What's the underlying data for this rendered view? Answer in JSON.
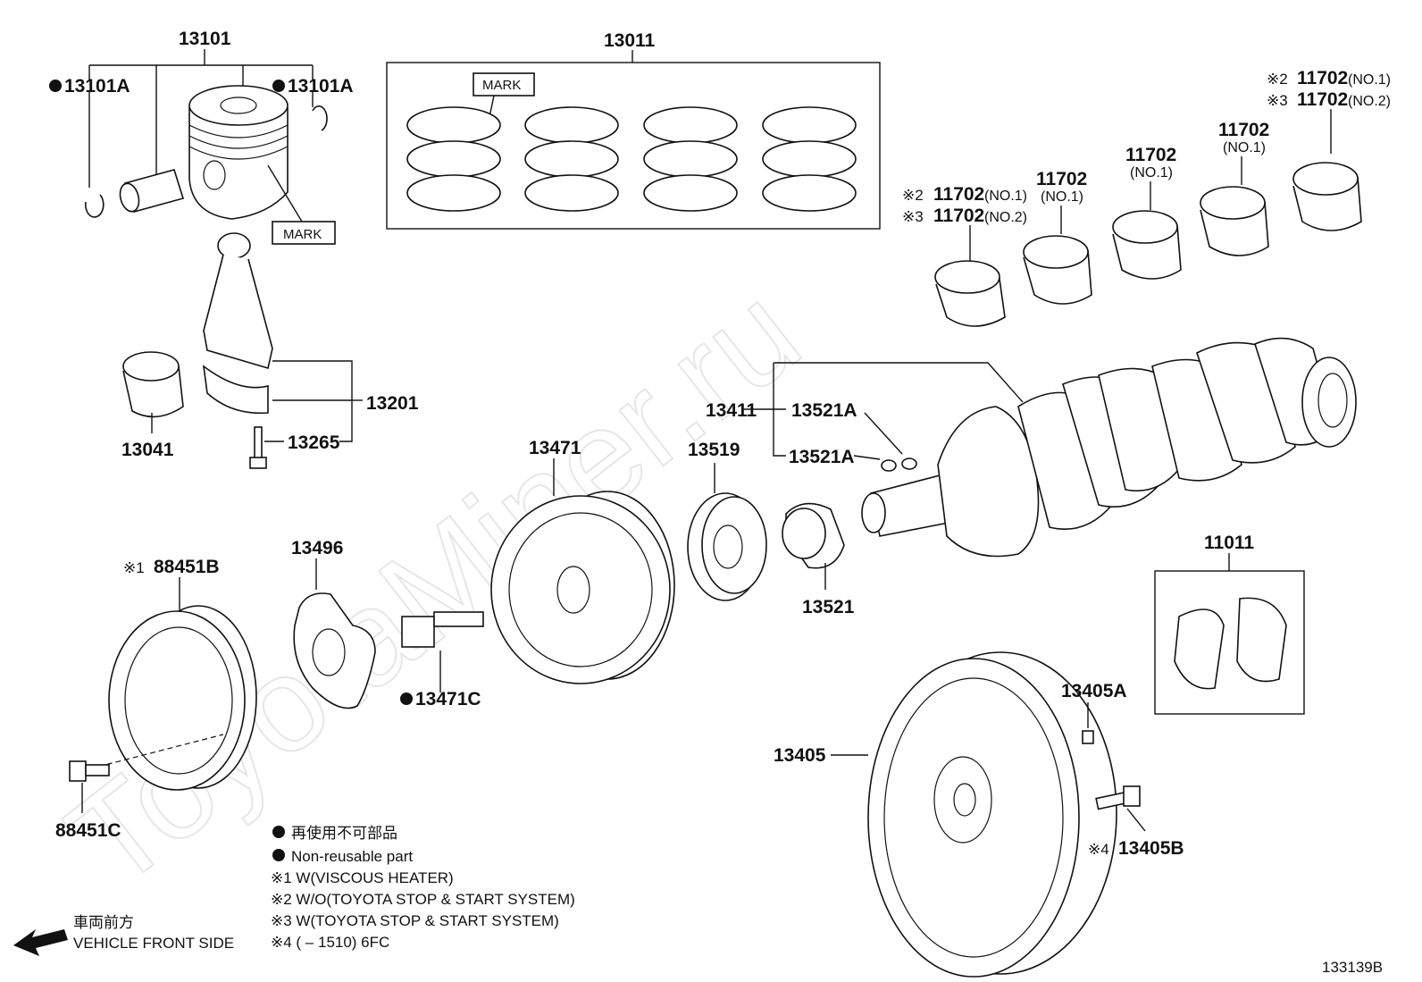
{
  "watermark": "ToyotaMiner.ru",
  "labels": {
    "p13101": "13101",
    "p13101A_left": "13101A",
    "p13101A_right": "13101A",
    "mark_piston": "MARK",
    "p13011": "13011",
    "mark_ring": "MARK",
    "p13201": "13201",
    "p13041": "13041",
    "p13265": "13265",
    "p13471": "13471",
    "p13519": "13519",
    "p13411": "13411",
    "p13521A_a": "13521A",
    "p13521A_b": "13521A",
    "p13521": "13521",
    "p13496": "13496",
    "p88451B_ref": "※1",
    "p88451B": "88451B",
    "p88451C": "88451C",
    "p13471C": "13471C",
    "p11011": "11011",
    "p13405A": "13405A",
    "p13405": "13405",
    "p13405B_ref": "※4",
    "p13405B": "13405B",
    "diagram_id": "133139B"
  },
  "bearings": {
    "b1_ref1": "※2",
    "b1_num1": "11702",
    "b1_sub1": "(NO.1)",
    "b1_ref2": "※3",
    "b1_num2": "11702",
    "b1_sub2": "(NO.2)",
    "b2_num": "11702",
    "b2_sub": "(NO.1)",
    "b3_num": "11702",
    "b3_sub": "(NO.1)",
    "b4_num": "11702",
    "b4_sub": "(NO.1)",
    "b5_ref1": "※2",
    "b5_num1": "11702",
    "b5_sub1": "(NO.1)",
    "b5_ref2": "※3",
    "b5_num2": "11702",
    "b5_sub2": "(NO.2)"
  },
  "legend": {
    "jp_nonreusable": "再使用不可部品",
    "en_nonreusable": "Non-reusable part",
    "note1": "※1 W(VISCOUS HEATER)",
    "note2": "※2 W/O(TOYOTA STOP & START SYSTEM)",
    "note3": "※3 W(TOYOTA STOP & START SYSTEM)",
    "note4": "※4 (          – 1510) 6FC",
    "front_jp": "車両前方",
    "front_en": "VEHICLE FRONT SIDE"
  }
}
